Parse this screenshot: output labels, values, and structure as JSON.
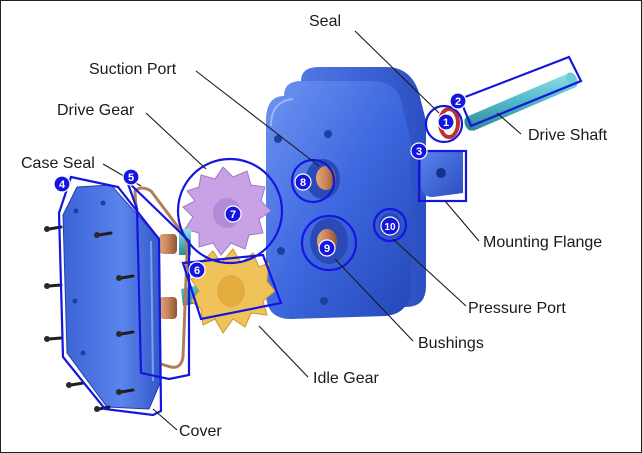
{
  "labels": {
    "seal": "Seal",
    "suction_port": "Suction Port",
    "drive_gear": "Drive Gear",
    "case_seal": "Case Seal",
    "drive_shaft": "Drive Shaft",
    "mounting_flange": "Mounting Flange",
    "pressure_port": "Pressure Port",
    "bushings": "Bushings",
    "idle_gear": "Idle Gear",
    "cover": "Cover"
  },
  "markers": [
    "1",
    "2",
    "3",
    "4",
    "5",
    "6",
    "7",
    "8",
    "9",
    "10"
  ],
  "colors": {
    "selection": "#1515e0",
    "housing": "#3f6fe0",
    "drive_gear": "#c7a3e6",
    "idle_gear": "#f0c35a",
    "shaft": "#4fb8c4",
    "bushing": "#c8845a",
    "seal": "#c0302a"
  }
}
